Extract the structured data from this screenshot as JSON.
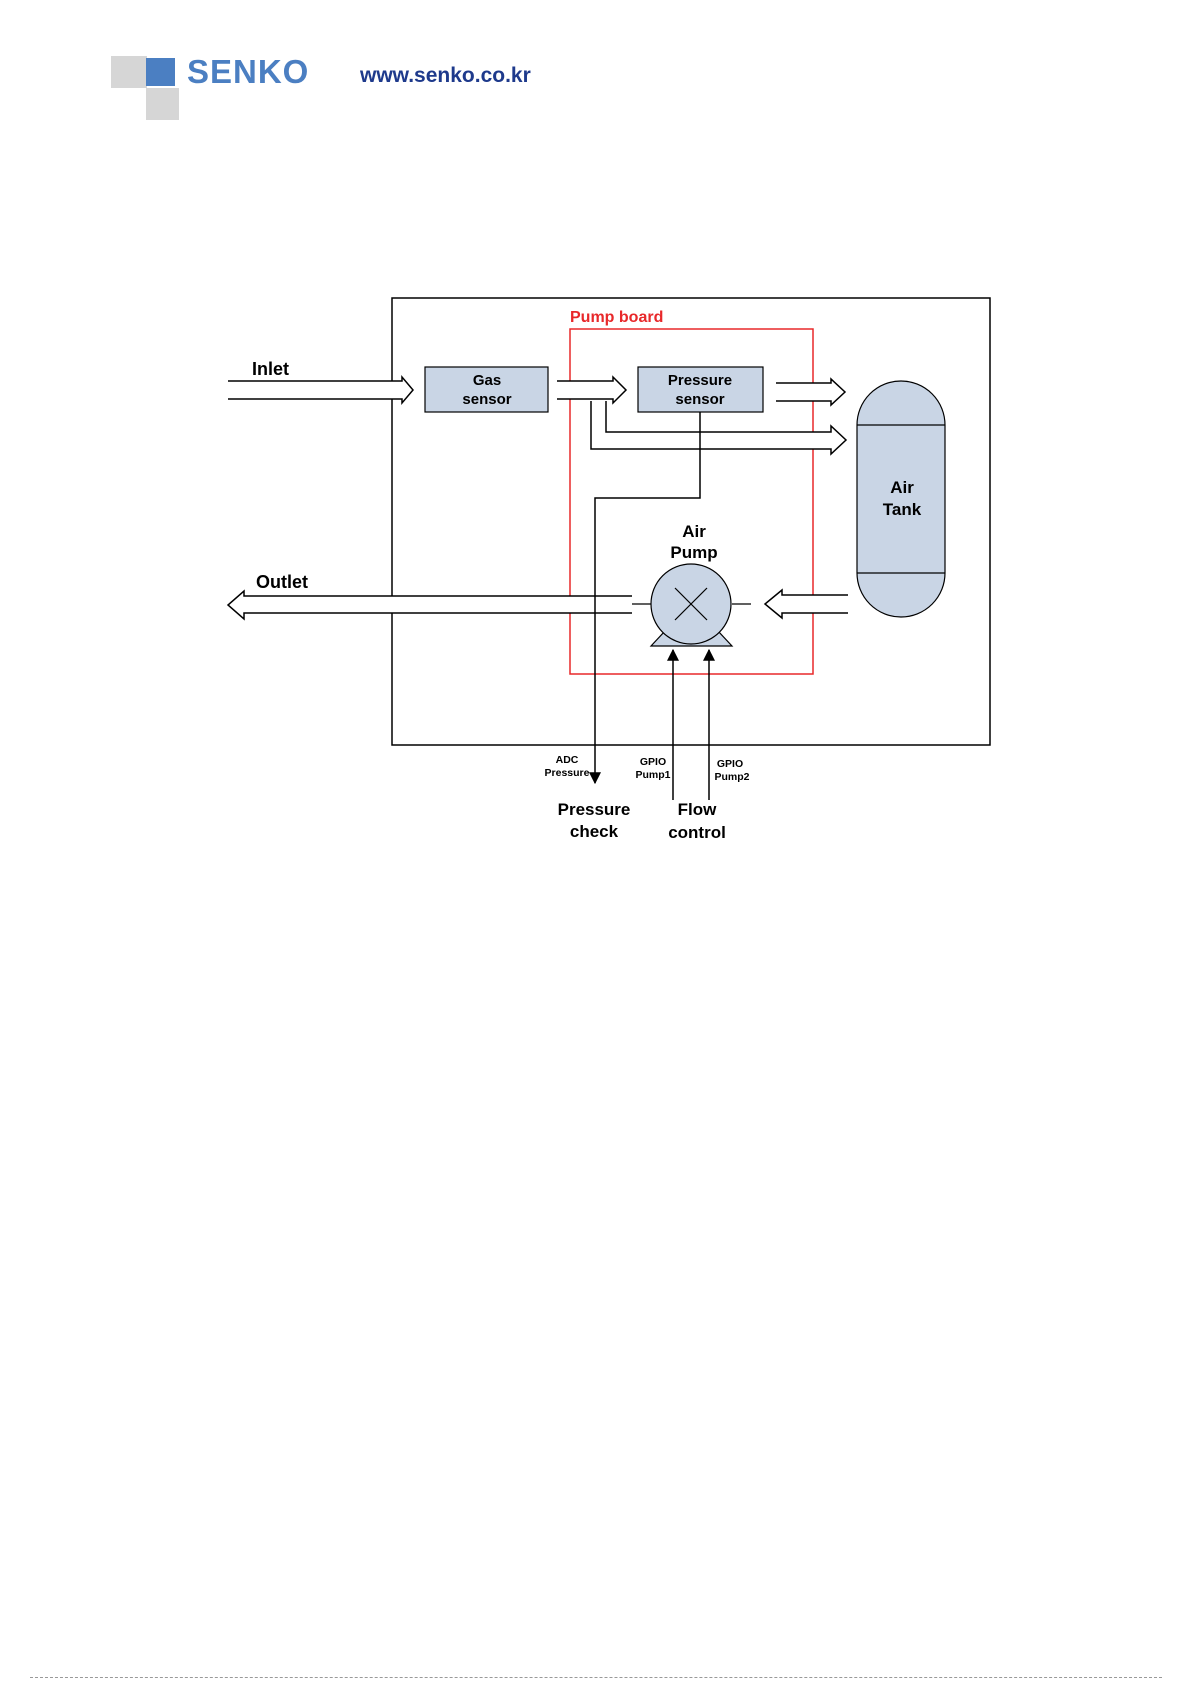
{
  "header": {
    "logo_text": "SENKO",
    "website": "www.senko.co.kr"
  },
  "diagram": {
    "pump_board_label": "Pump board",
    "inlet_label": "Inlet",
    "outlet_label": "Outlet",
    "gas_sensor_label": [
      "Gas",
      "sensor"
    ],
    "pressure_sensor_label": [
      "Pressure",
      "sensor"
    ],
    "air_tank_label": [
      "Air",
      "Tank"
    ],
    "air_pump_label": [
      "Air",
      "Pump"
    ],
    "adc_label": [
      "ADC",
      "Pressure"
    ],
    "gpio1_label": [
      "GPIO",
      "Pump1"
    ],
    "gpio2_label": [
      "GPIO",
      "Pump2"
    ],
    "pressure_check_label": [
      "Pressure",
      "check"
    ],
    "flow_control_label": [
      "Flow",
      "control"
    ]
  },
  "colors": {
    "component_fill": "#c9d5e5",
    "pump_board_border": "#e8282a",
    "pump_board_text": "#e8282a",
    "logo_blue": "#4b7fc2",
    "logo_gray": "#d6d6d6"
  }
}
